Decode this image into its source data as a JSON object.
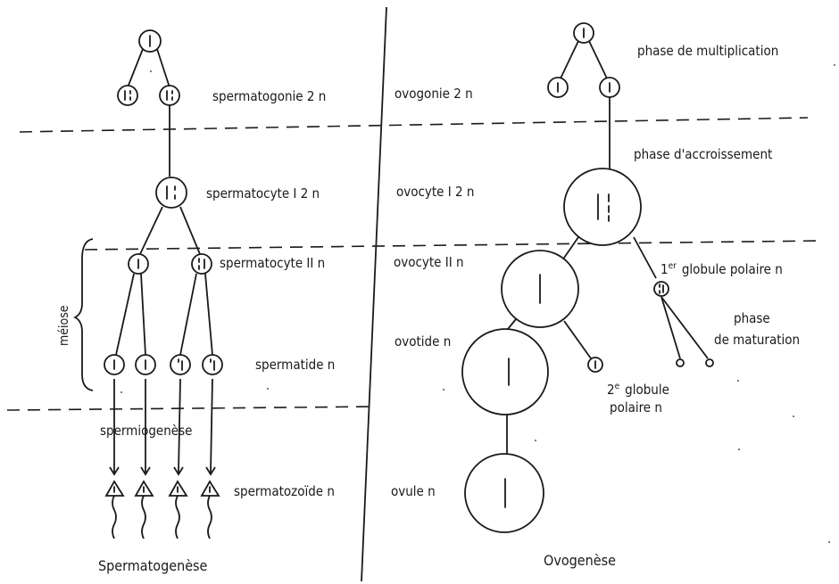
{
  "left": {
    "spermatogonie": "spermatogonie 2 n",
    "spermatocyte1": "spermatocyte I 2 n",
    "spermatocyte2": "spermatocyte II n",
    "spermatide": "spermatide n",
    "spermiogenese": "spermiogenèse",
    "spermatozoide": "spermatozoïde n",
    "meiose": "méiose",
    "caption": "Spermatogenèse"
  },
  "right": {
    "phase_multiplication": "phase de multiplication",
    "ovogonie": "ovogonie 2 n",
    "phase_accroissement": "phase d'accroissement",
    "ovocyte1": "ovocyte I 2 n",
    "ovocyte2": "ovocyte II n",
    "globule1_sup": "er",
    "globule1": "globule polaire n",
    "globule1_num": "1",
    "phase_maturation_l1": "phase",
    "phase_maturation_l2": "de maturation",
    "ovotide": "ovotide n",
    "globule2_num": "2",
    "globule2_sup": "e",
    "globule2_l1": "globule",
    "globule2_l2": "polaire n",
    "ovule": "ovule n",
    "caption": "Ovogenèse"
  }
}
